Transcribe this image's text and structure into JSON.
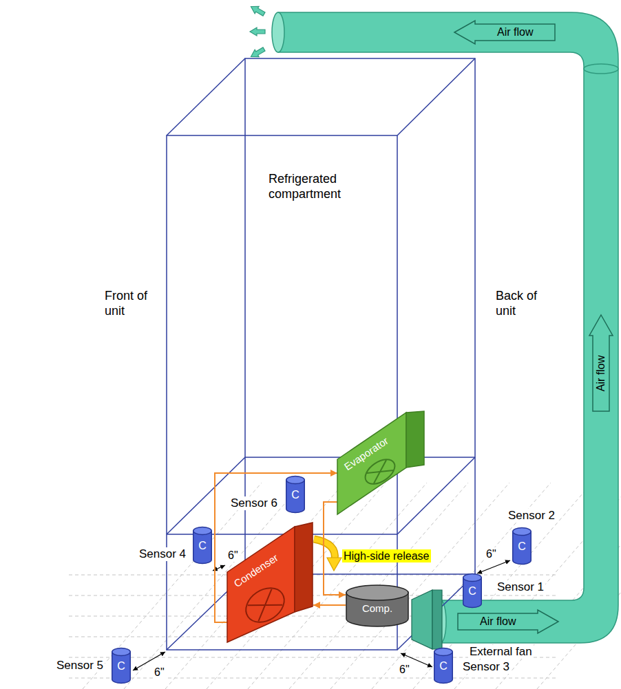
{
  "diagram": {
    "nodes": [
      {
        "text": [
          "Air flow"
        ]
      },
      {
        "text": [
          "Air flow"
        ]
      },
      {
        "text": [
          "Evaporator"
        ]
      },
      {
        "text": [
          "C",
          "Sensor 6"
        ]
      },
      {
        "text": [
          "C",
          "Sensor 4"
        ]
      },
      {
        "text": [
          "C",
          "Sensor 2"
        ]
      },
      {
        "text": [
          "Condenser"
        ]
      },
      {
        "text": [
          "C",
          "Sensor 1"
        ]
      },
      {
        "text": [
          "Comp."
        ]
      },
      {
        "text": [
          "Air flow"
        ]
      },
      {
        "text": [
          "C",
          "Sensor 5"
        ]
      },
      {
        "text": [
          "C",
          "Sensor 3"
        ]
      }
    ],
    "edges": [
      {
        "from": 8,
        "to": 6,
        "arrow": "to"
      },
      {
        "from": 6,
        "to": 2,
        "arrow": "to"
      },
      {
        "from": 2,
        "to": 8,
        "arrow": "to"
      }
    ],
    "labels": [
      "Refrigerated compartment",
      "Front of unit",
      "Back of unit",
      "High-side release",
      "6\"",
      "6\"",
      "External fan",
      "6\"",
      "6\""
    ]
  }
}
